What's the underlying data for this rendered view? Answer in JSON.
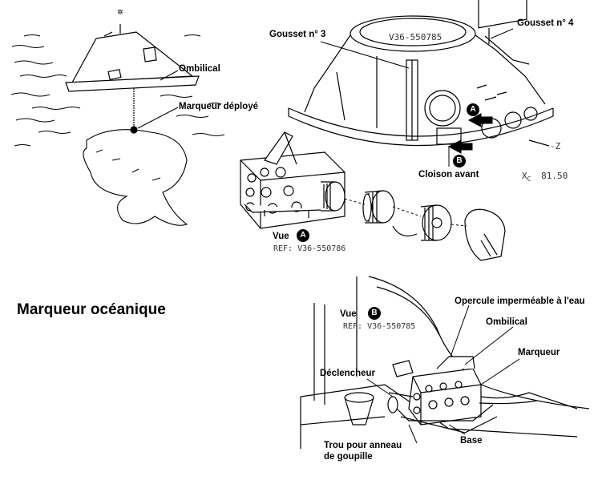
{
  "title": "Marqueur océanique",
  "labels": {
    "ombilical_top": "Ombilical",
    "marqueur_deploye": "Marqueur déployé",
    "gousset3": "Gousset n° 3",
    "gousset4": "Gousset n° 4",
    "cloison_avant": "Cloison avant",
    "vue_a": "Vue",
    "vue_b": "Vue",
    "opercule": "Opercule imperméable à l'eau",
    "ombilical_bottom": "Ombilical",
    "marqueur": "Marqueur",
    "declencheur": "Déclencheur",
    "trou_line1": "Trou pour anneau",
    "trou_line2": "de goupille",
    "base": "Base"
  },
  "refs": {
    "hatch_part": "V36-550785",
    "ref_a": "REF: V36-550786",
    "ref_b": "REF: V36-550785",
    "axis": "-Z",
    "station": "X",
    "station_sub": "C",
    "station_val": "81.50"
  },
  "badges": {
    "a": "A",
    "b": "B"
  }
}
